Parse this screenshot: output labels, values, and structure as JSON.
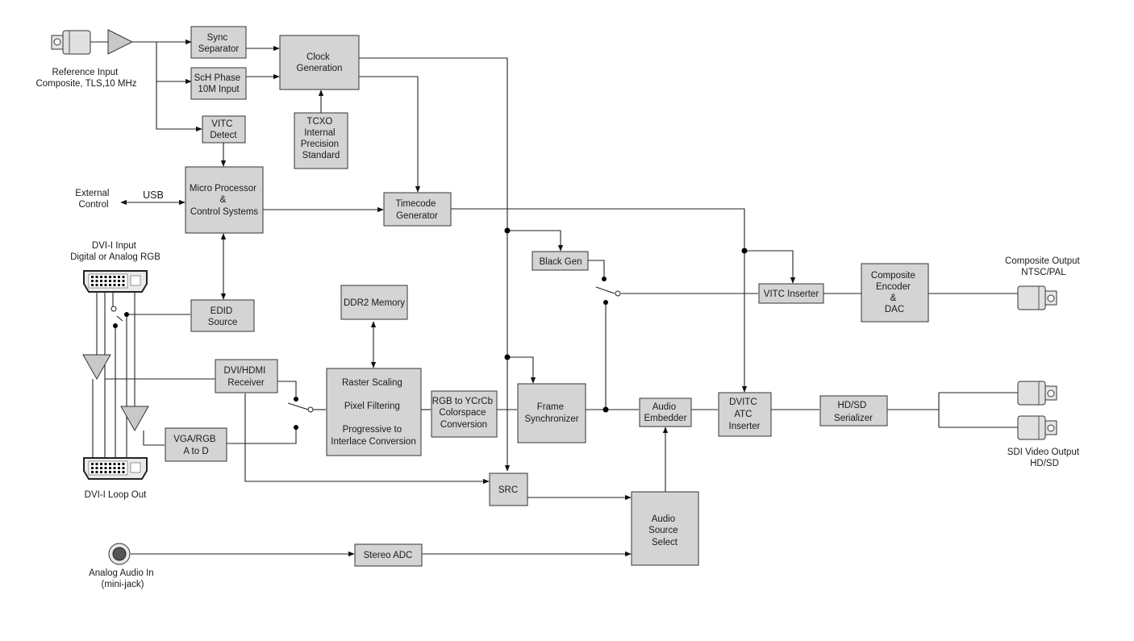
{
  "blocks": {
    "sync_sep": [
      "Sync",
      "Separator"
    ],
    "clock_gen": [
      "Clock",
      "Generation"
    ],
    "sch_phase": [
      "ScH Phase",
      "10M Input"
    ],
    "vitc_detect": [
      "VITC",
      "Detect"
    ],
    "tcxo": [
      "TCXO",
      "Internal",
      "Precision",
      "Standard"
    ],
    "micro": [
      "Micro Processor",
      "&",
      "Control Systems"
    ],
    "timecode": [
      "Timecode",
      "Generator"
    ],
    "black_gen": [
      "Black Gen"
    ],
    "vitc_inserter": [
      "VITC Inserter"
    ],
    "composite_enc": [
      "Composite",
      "Encoder",
      "&",
      "DAC"
    ],
    "edid": [
      "EDID",
      "Source"
    ],
    "ddr2": [
      "DDR2 Memory"
    ],
    "dvi_hdmi": [
      "DVI/HDMI",
      "Receiver"
    ],
    "raster": [
      "Raster Scaling",
      "Pixel Filtering",
      "Progressive to",
      "Interlace Conversion"
    ],
    "rgb_ycrcb": [
      "RGB to YCrCb",
      "Colorspace",
      "Conversion"
    ],
    "frame_sync": [
      "Frame",
      "Synchronizer"
    ],
    "audio_emb": [
      "Audio",
      "Embedder"
    ],
    "dvitc": [
      "DVITC",
      "ATC",
      "Inserter"
    ],
    "serializer": [
      "HD/SD",
      "Serializer"
    ],
    "vga_rgb": [
      "VGA/RGB",
      "A to D"
    ],
    "src": [
      "SRC"
    ],
    "audio_select": [
      "Audio",
      "Source",
      "Select"
    ],
    "stereo_adc": [
      "Stereo ADC"
    ]
  },
  "labels": {
    "reference_input": [
      "Reference Input",
      "Composite, TLS,10 MHz"
    ],
    "external_control": [
      "External",
      "Control"
    ],
    "usb": "USB",
    "dvi_input": [
      "DVI-I Input",
      "Digital or Analog RGB"
    ],
    "dvi_loop": "DVI-I Loop Out",
    "analog_audio": [
      "Analog Audio In",
      "(mini-jack)"
    ],
    "composite_output": [
      "Composite Output",
      "NTSC/PAL"
    ],
    "sdi_output": [
      "SDI Video Output",
      "HD/SD"
    ]
  },
  "icons": {
    "bnc": "bnc-connector-icon",
    "dvi": "dvi-connector-icon",
    "jack": "mini-jack-icon",
    "amp": "amplifier-icon",
    "switch": "switch-icon"
  },
  "colors": {
    "block_fill": "#d4d4d4",
    "line": "#222222"
  }
}
